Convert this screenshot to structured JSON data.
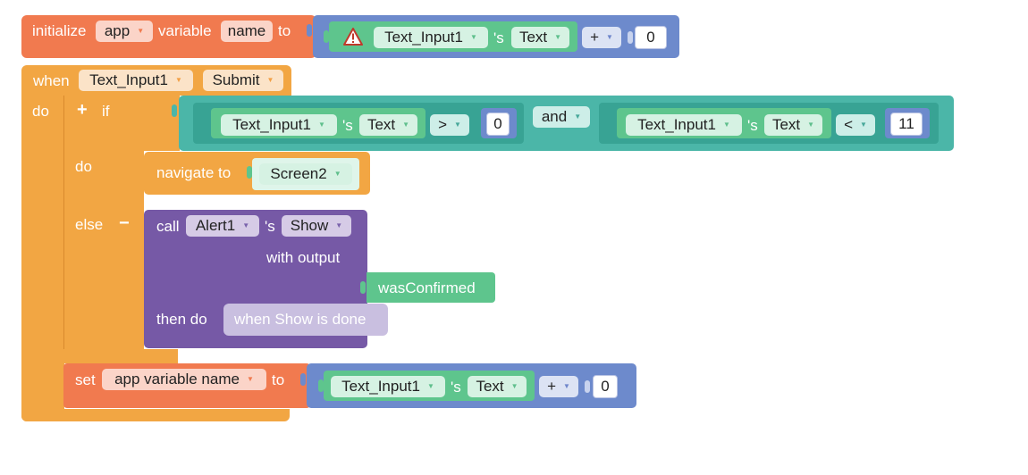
{
  "init": {
    "initialize": "initialize",
    "scope": "app",
    "variable": "variable",
    "name": "name",
    "to": "to",
    "component": "Text_Input1",
    "possessive": "'s",
    "property": "Text",
    "operator": "+",
    "number": "0"
  },
  "event": {
    "when": "when",
    "component": "Text_Input1",
    "event": "Submit",
    "do": "do"
  },
  "if_block": {
    "plus": "+",
    "if": "if",
    "cond1_component": "Text_Input1",
    "cond1_possessive": "'s",
    "cond1_property": "Text",
    "cond1_operator": ">",
    "cond1_number": "0",
    "and": "and",
    "cond2_component": "Text_Input1",
    "cond2_possessive": "'s",
    "cond2_property": "Text",
    "cond2_operator": "<",
    "cond2_number": "11",
    "do": "do",
    "else": "else",
    "minus": "−"
  },
  "navigate": {
    "label": "navigate to",
    "screen": "Screen2"
  },
  "alert": {
    "call": "call",
    "component": "Alert1",
    "possessive": "'s",
    "method": "Show",
    "with_output": "with output",
    "output": "wasConfirmed",
    "then_do": "then do",
    "callback": "when Show is done"
  },
  "set": {
    "set": "set",
    "variable": "app variable name",
    "to": "to",
    "component": "Text_Input1",
    "possessive": "'s",
    "property": "Text",
    "operator": "+",
    "number": "0"
  },
  "colors": {
    "variables": "#f17a4f",
    "events": "#f2a643",
    "logic": "#4bb6a8",
    "math": "#6d8acc",
    "text_component": "#5ec58d",
    "alert": "#7659a6",
    "callback": "#c9bfe0"
  }
}
